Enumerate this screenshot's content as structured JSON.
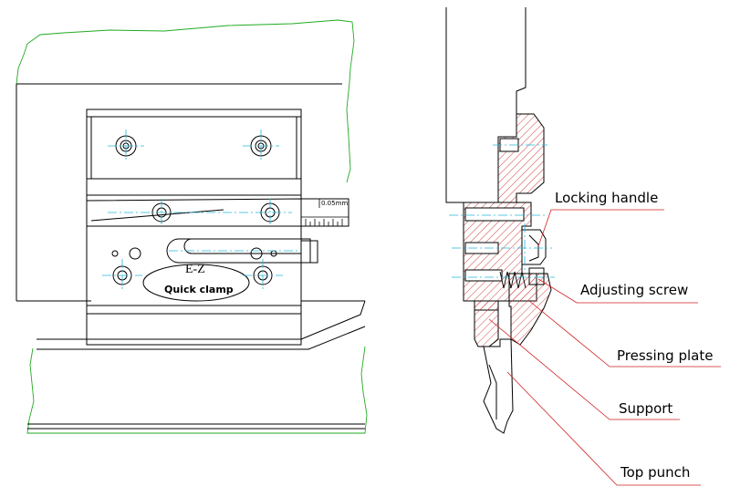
{
  "front_view": {
    "model_text": "E-Z",
    "name_text": "Quick clamp",
    "scale_text": "0.05mm"
  },
  "section_view": {
    "labels": {
      "locking_handle": "Locking handle",
      "adjusting_screw": "Adjusting screw",
      "pressing_plate": "Pressing plate",
      "support": "Support",
      "top_punch": "Top punch"
    }
  },
  "colors": {
    "outline": "#000000",
    "break_line": "#22aa22",
    "center_line": "#22b8d8",
    "section_hatch": "#cc3333",
    "leader": "#d02020"
  }
}
